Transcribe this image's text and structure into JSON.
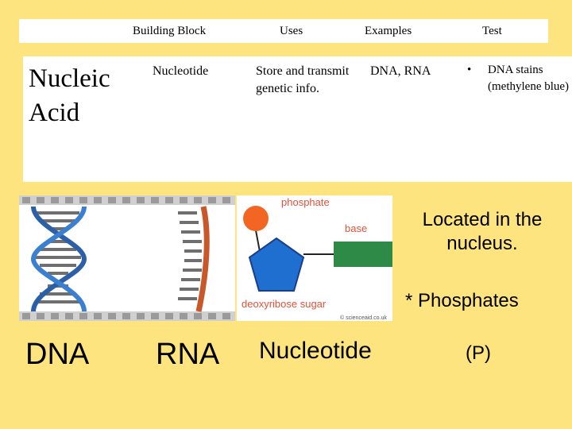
{
  "table": {
    "headers": [
      "Building Block",
      "Uses",
      "Examples",
      "Test"
    ],
    "row": {
      "title": "Nucleic Acid",
      "building_block": "Nucleotide",
      "uses": "Store and transmit genetic info.",
      "examples": "DNA, RNA",
      "test_items": [
        "DNA stains (methylene blue)"
      ]
    }
  },
  "diagram": {
    "phosphate_label": "phosphate",
    "base_label": "base",
    "sugar_label": "deoxyribose sugar",
    "credit": "© scienceaid.co.uk",
    "colors": {
      "phosphate": "#f26522",
      "sugar": "#1f6fd1",
      "base": "#2e8b47",
      "label": "#e0533a"
    }
  },
  "side_notes": {
    "location": "Located in the nucleus.",
    "phosphates": "* Phosphates",
    "p_symbol": "(P)"
  },
  "bottom_labels": {
    "dna": "DNA",
    "rna": "RNA",
    "nucleotide": "Nucleotide"
  }
}
